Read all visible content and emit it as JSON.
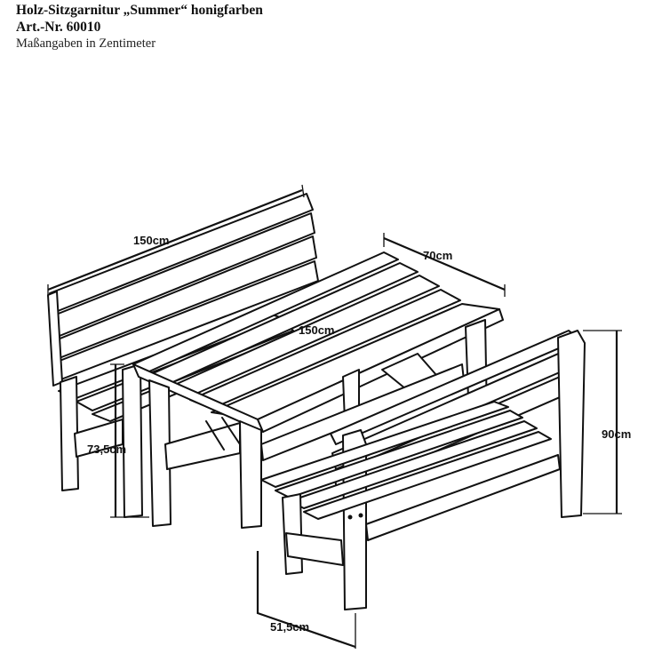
{
  "header": {
    "title": "Holz-Sitzgarnitur „Summer“ honigfarben",
    "article_number": "Art.-Nr. 60010",
    "units_note": "Maßangaben in Zentimeter"
  },
  "dimensions": {
    "bench_back_length": "150cm",
    "table_depth": "70cm",
    "table_length": "150cm",
    "table_height": "73,5cm",
    "bench_height": "90cm",
    "bench_depth": "51,5cm"
  }
}
